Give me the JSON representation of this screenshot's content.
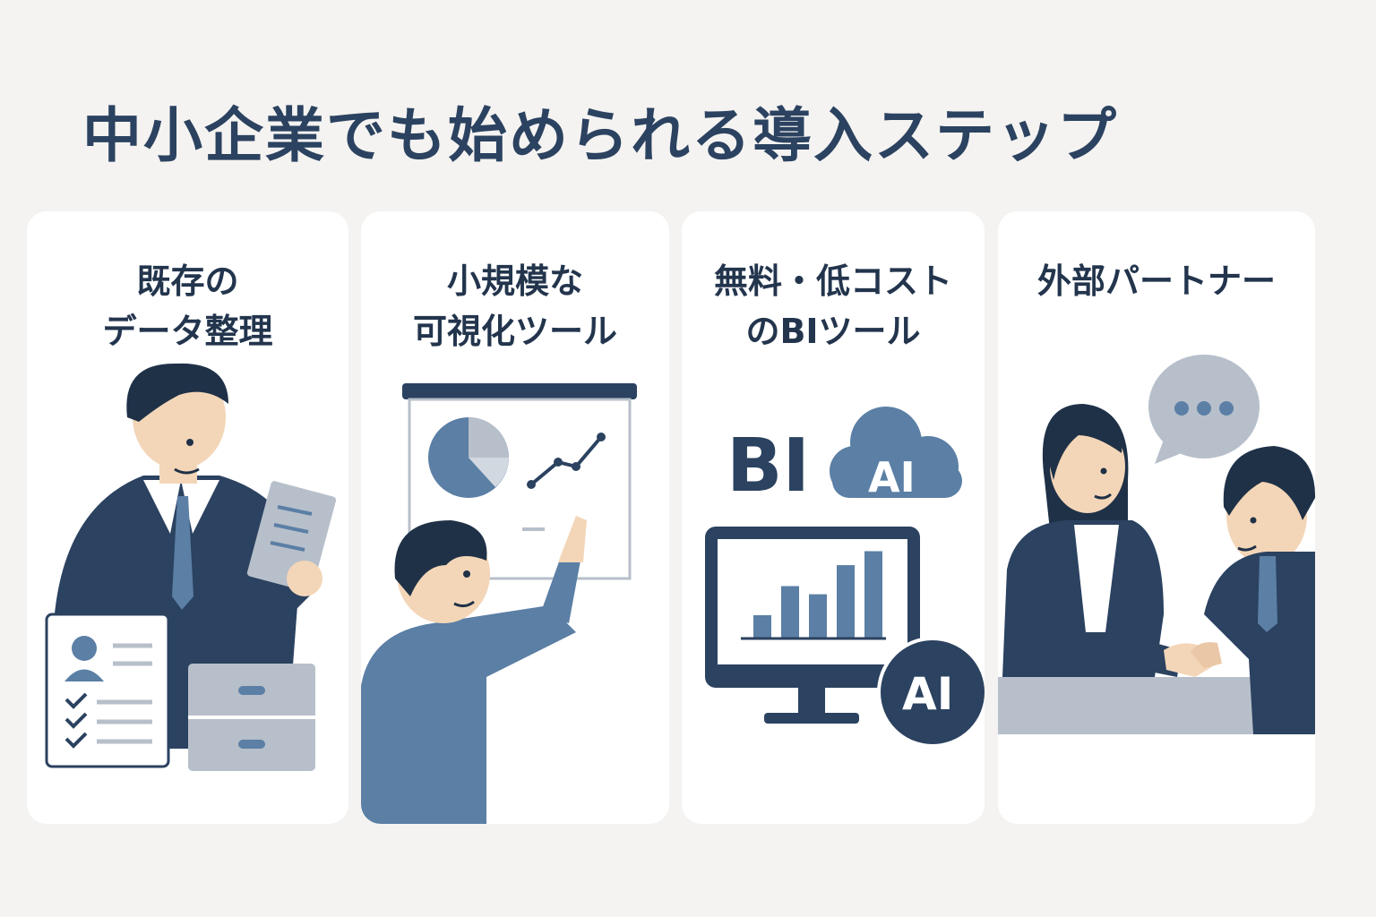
{
  "page": {
    "title": "中小企業でも始められる導入ステップ"
  },
  "colors": {
    "background": "#f4f3f1",
    "card": "#ffffff",
    "navy": "#2b4260",
    "steel_blue": "#5b7fa5",
    "light_gray": "#b7bfca"
  },
  "steps": [
    {
      "label": "既存の\nデータ整理",
      "icon": "employee-with-documents-and-cabinet"
    },
    {
      "label": "小規模な\n可視化ツール",
      "icon": "person-pointing-at-chart-board"
    },
    {
      "label": "無料・低コスト\nのBIツール",
      "icon": "bi-monitor-with-ai-cloud"
    },
    {
      "label": "外部パートナー",
      "icon": "handshake-with-speech-bubble"
    }
  ],
  "step3_graphics": {
    "bi_text": "BI",
    "cloud_text": "AI",
    "badge_text": "AI",
    "bar_levels": [
      0.2,
      0.45,
      0.38,
      0.63,
      0.75
    ]
  }
}
